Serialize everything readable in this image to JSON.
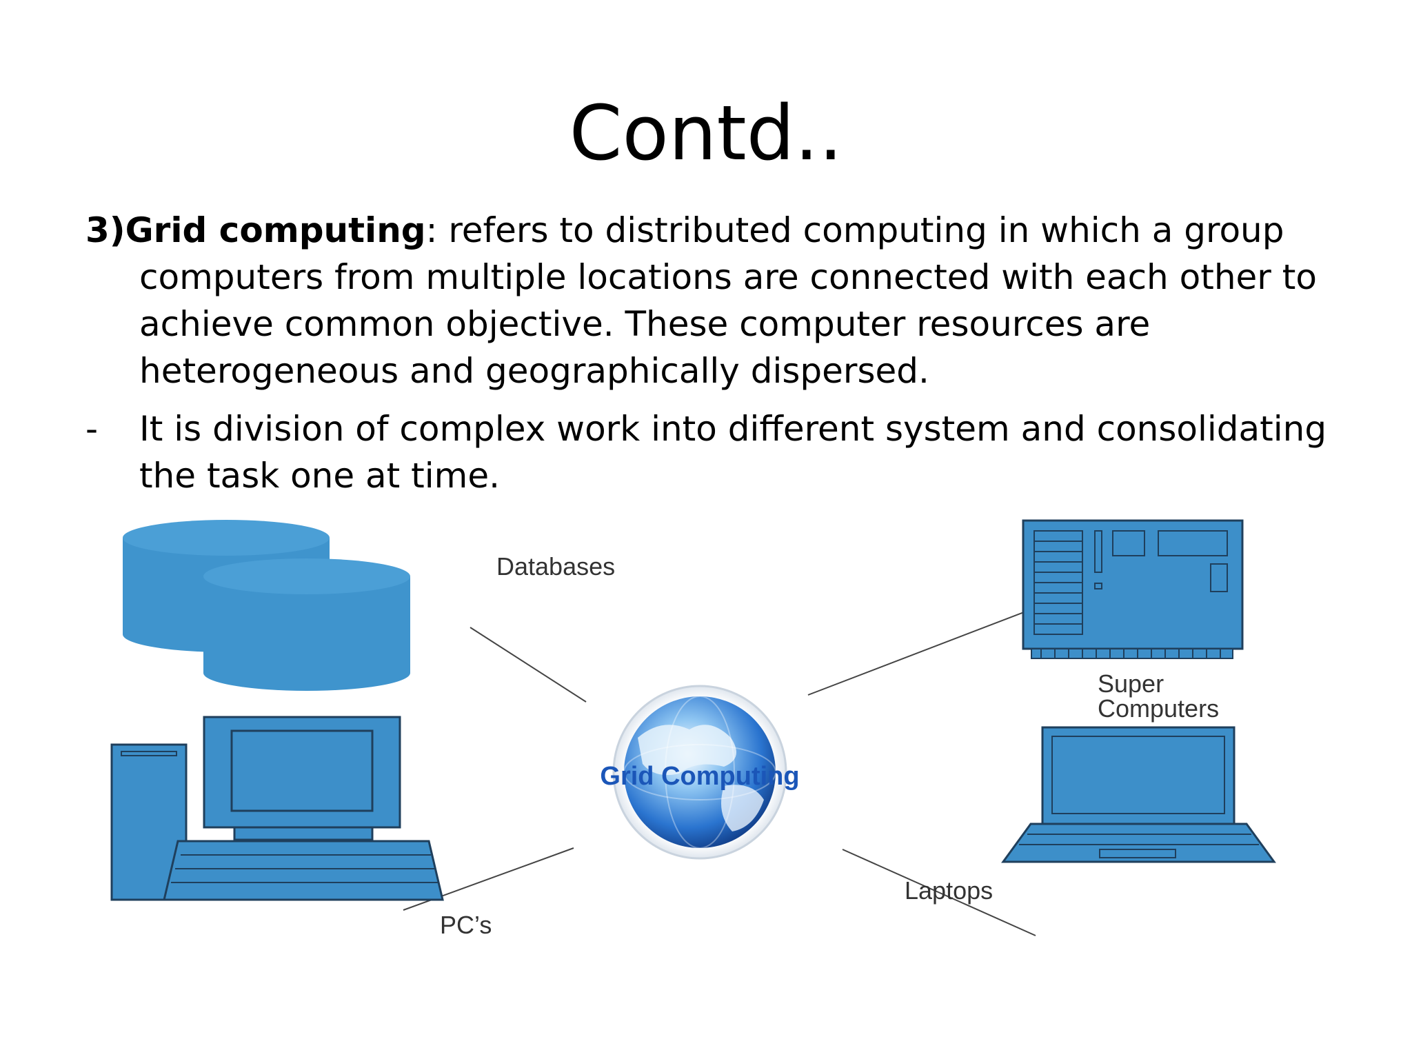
{
  "slide": {
    "title": "Contd..",
    "paragraph1": {
      "bold_lead": "3)Grid computing",
      "first_line_rest": ": refers to distributed computing in which a group",
      "continuation": "computers from multiple locations are connected with each other to achieve common objective. These computer resources are heterogeneous and geographically dispersed."
    },
    "paragraph2": {
      "bullet": "-",
      "text": "It is division of complex work into different system and consolidating the task one at time."
    }
  },
  "diagram": {
    "center_label": "Grid Computing",
    "labels": {
      "databases": "Databases",
      "super_line1": "Super",
      "super_line2": "Computers",
      "laptops": "Laptops",
      "pcs": "PC’s"
    },
    "colors": {
      "device_fill": "#3d8fc9",
      "device_stroke": "#1f3f5c",
      "cylinder_fill": "#3f94cd",
      "connector": "#444444"
    }
  }
}
